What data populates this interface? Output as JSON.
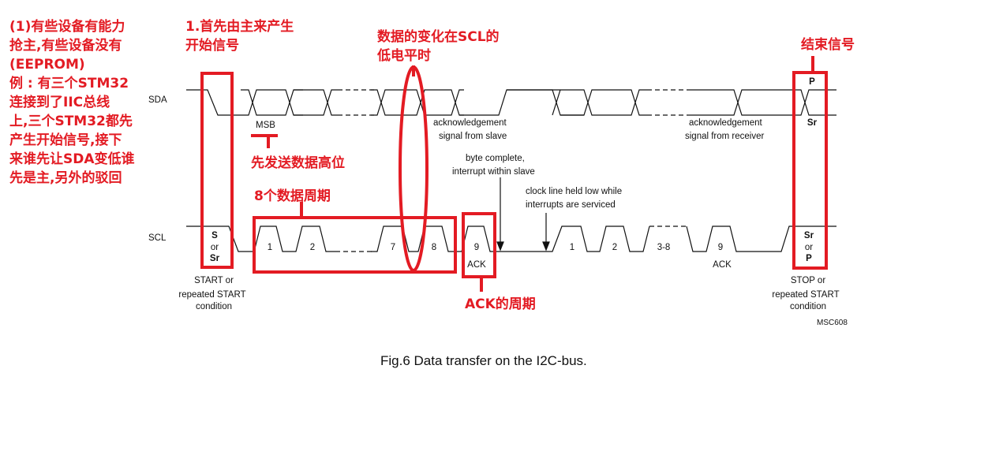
{
  "diagram": {
    "signals": {
      "sda": "SDA",
      "scl": "SCL"
    },
    "start_box": {
      "s": "S",
      "or": "or",
      "sr": "Sr"
    },
    "start_label": [
      "START or",
      "repeated START",
      "condition"
    ],
    "stop_top": {
      "p": "P",
      "sr": "Sr"
    },
    "stop_box": {
      "sr": "Sr",
      "or": "or",
      "p": "P"
    },
    "stop_label": [
      "STOP or",
      "repeated START",
      "condition"
    ],
    "msb": "MSB",
    "ack_slave": [
      "acknowledgement",
      "signal from slave"
    ],
    "ack_receiver": [
      "acknowledgement",
      "signal from receiver"
    ],
    "byte_complete": [
      "byte complete,",
      "interrupt within slave"
    ],
    "clock_held": [
      "clock line held low while",
      "interrupts are serviced"
    ],
    "pulse_labels_1": [
      "1",
      "2",
      "7",
      "8",
      "9"
    ],
    "ack1": "ACK",
    "pulse_labels_2": [
      "1",
      "2",
      "3-8",
      "9"
    ],
    "ack2": "ACK",
    "code": "MSC608",
    "caption": "Fig.6 Data transfer on the I2C-bus."
  },
  "annotations": {
    "left_note": [
      "(1)有些设备有能力",
      "抢主,有些设备没有",
      "(EEPROM)",
      "例 : 有三个STM32",
      "连接到了IIC总线",
      "上,三个STM32都先",
      "产生开始信号,接下",
      "来谁先让SDA变低谁",
      "先是主,另外的驳回"
    ],
    "start_note": [
      "1.首先由主来产生",
      "开始信号"
    ],
    "data_change_note": [
      "数据的变化在SCL的",
      "低电平时"
    ],
    "end_note": "结束信号",
    "msb_note": "先发送数据高位",
    "cycles_note": "8个数据周期",
    "ack_cycle_note": "ACK的周期"
  },
  "colors": {
    "annotation": "#e31b23",
    "line": "#111111"
  }
}
